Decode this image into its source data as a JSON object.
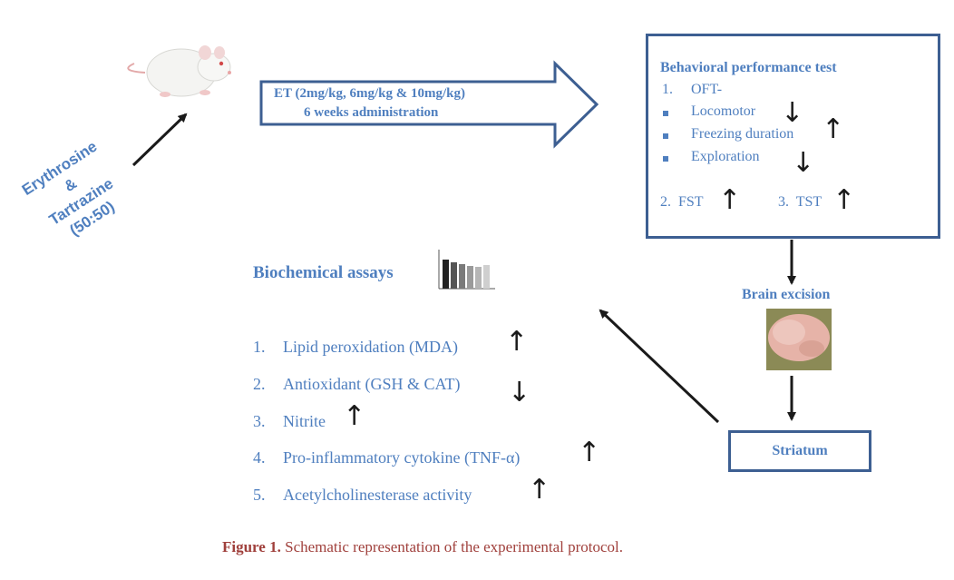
{
  "colors": {
    "text_blue": "#4f7fbf",
    "box_border": "#3d5f92",
    "arrow": "#1a1a1a",
    "caption_red": "#a0403c"
  },
  "compound_label": {
    "line1": "Erythrosine",
    "line2": "&",
    "line3": "Tartrazine",
    "line4": "(50:50)"
  },
  "rat_image": "rat-icon",
  "administration": {
    "line1": "ET (2mg/kg, 6mg/kg & 10mg/kg)",
    "line2": "6 weeks administration"
  },
  "behavior": {
    "title": "Behavioral performance test",
    "oft_num": "1.",
    "oft_label": "OFT-",
    "locomotor": "Locomotor",
    "locomotor_dir": "down",
    "freezing": "Freezing duration",
    "freezing_dir": "up",
    "exploration": "Exploration",
    "exploration_dir": "down",
    "fst": "2.  FST",
    "fst_dir": "up",
    "tst": "3.  TST",
    "tst_dir": "up"
  },
  "brain": {
    "label": "Brain excision",
    "image": "brain-icon"
  },
  "striatum": "Striatum",
  "biochem": {
    "title": "Biochemical assays",
    "items": [
      {
        "num": "1.",
        "label": "Lipid peroxidation (MDA)",
        "dir": "up"
      },
      {
        "num": "2.",
        "label": "Antioxidant (GSH & CAT)",
        "dir": "down"
      },
      {
        "num": "3.",
        "label": "Nitrite",
        "dir": "up"
      },
      {
        "num": "4.",
        "label": "Pro-inflammatory cytokine (TNF-α)",
        "dir": "up"
      },
      {
        "num": "5.",
        "label": "Acetylcholinesterase activity",
        "dir": "up"
      }
    ]
  },
  "arrows": {
    "up": "↑",
    "down": "↓"
  },
  "caption": {
    "label": "Figure 1.",
    "text": "Schematic representation of the experimental protocol."
  }
}
